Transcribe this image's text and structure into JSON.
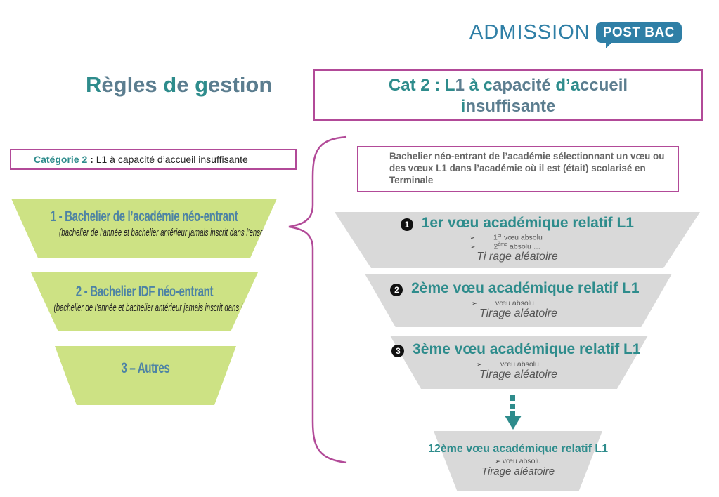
{
  "logo": {
    "word": "ADMISSION",
    "badge": "POST BAC"
  },
  "title": {
    "r": "R",
    "egles": "ègles ",
    "d": "d",
    "e": "e ",
    "g": "g",
    "estion": "estion"
  },
  "header_box": {
    "cat": "Cat",
    "num": " 2 : ",
    "l": "L",
    "one": "1 ",
    "a": "à ",
    "c1": "c",
    "apacite": "apacité ",
    "d": "d’",
    "a2": "a",
    "ccueil": "ccueil",
    "i": "i",
    "nsuffisante": "nsuffisante"
  },
  "category_box": {
    "label": "Catégorie",
    "num": " 2",
    "colon": " : ",
    "text": "L1 à capacité d’accueil insuffisante"
  },
  "description": "Bachelier néo-entrant de l’académie sélectionnant un vœu ou des vœux L1 dans l’académie où il est (était) scolarisé en Terminale",
  "green": [
    {
      "title": "1 - Bachelier de l’académie néo-entrant",
      "sub": "(bachelier de l’année et bachelier antérieur jamais inscrit dans l’enseignement supérieur)"
    },
    {
      "title": "2 - Bachelier IDF néo-entrant",
      "sub": "(bachelier de l’année et bachelier antérieur jamais inscrit dans l’enseignement supérieur)"
    },
    {
      "title": "3 – Autres"
    }
  ],
  "voeux": [
    {
      "bullet": "1",
      "title": "1er vœu académique relatif L1",
      "line1_pre": "1",
      "line1_sup": "er",
      "line1_post": " vœu absolu",
      "line2_pre": "2",
      "line2_sup": "ème",
      "line2_post": " absolu …",
      "tirage": "Ti rage aléatoire"
    },
    {
      "bullet": "2",
      "title": "2ème vœu académique relatif L1",
      "line": "vœu absolu",
      "tirage": "Tirage aléatoire"
    },
    {
      "bullet": "3",
      "title": "3ème vœu académique relatif L1",
      "line": "vœu absolu",
      "tirage": "Tirage aléatoire"
    },
    {
      "title": "12ème vœu académique relatif L1",
      "line": "vœu absolu",
      "tirage": "Tirage aléatoire"
    }
  ],
  "colors": {
    "magenta": "#b24a98",
    "teal": "#2e8c8c",
    "green": "#cde284",
    "grey": "#d9d9d9",
    "blue": "#2f7fa6"
  },
  "icons": {
    "bullet_arrow": "arrowhead-bullet-icon",
    "down_arrow": "down-arrow-icon"
  }
}
